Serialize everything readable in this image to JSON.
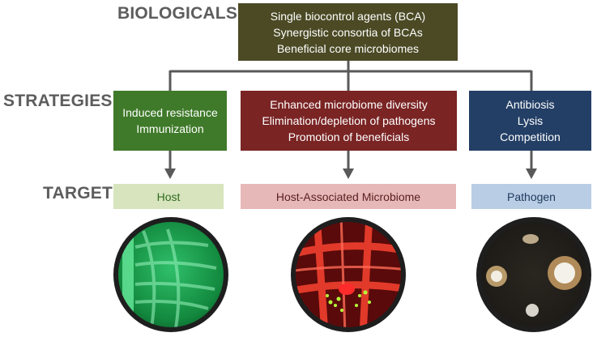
{
  "rows": {
    "biologicals": "BIOLOGICALS",
    "strategies": "STRATEGIES",
    "target": "TARGET"
  },
  "biologicals_box": {
    "lines": [
      "Single biocontrol agents (BCA)",
      "Synergistic consortia of BCAs",
      "Beneficial core microbiomes"
    ],
    "color": "#4b4a25"
  },
  "strategies": [
    {
      "lines": [
        "Induced resistance",
        "Immunization"
      ],
      "color": "#3f7a2a"
    },
    {
      "lines": [
        "Enhanced microbiome diversity",
        "Elimination/depletion of pathogens",
        "Promotion of beneficials"
      ],
      "color": "#7a2424"
    },
    {
      "lines": [
        "Antibiosis",
        "Lysis",
        "Competition"
      ],
      "color": "#233f66"
    }
  ],
  "targets": [
    {
      "label": "Host",
      "bg": "#d7e4bd",
      "fg": "#2f6b1e"
    },
    {
      "label": "Host-Associated Microbiome",
      "bg": "#e6b8b7",
      "fg": "#5a1f1f"
    },
    {
      "label": "Pathogen",
      "bg": "#b9cde5",
      "fg": "#1f3a5c"
    }
  ],
  "images": [
    {
      "icon": "root-fluorescence-micrograph"
    },
    {
      "icon": "root-microbiome-micrograph"
    },
    {
      "icon": "petri-dish-culture"
    }
  ],
  "colors": {
    "connector": "#595959",
    "heading": "#5d5d5d"
  }
}
